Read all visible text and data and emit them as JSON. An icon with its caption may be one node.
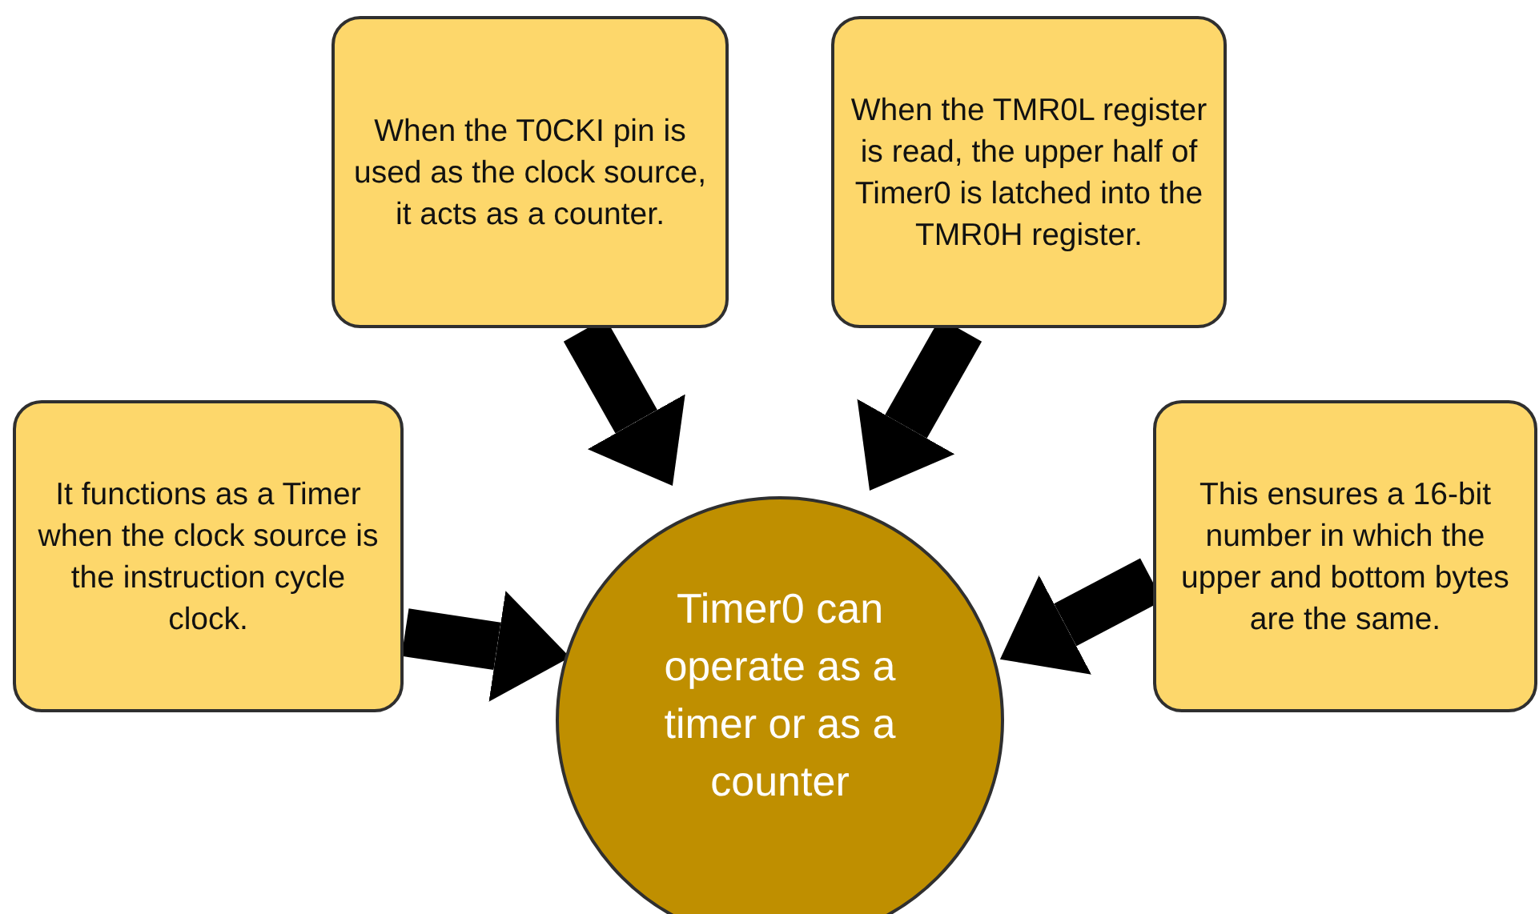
{
  "diagram": {
    "nodes": [
      {
        "text": [
          "When the T0CKI pin is used as the clock source, it acts as a counter."
        ]
      },
      {
        "text": [
          "When the TMR0L register is read, the upper half of Timer0 is latched into the TMR0H register."
        ]
      },
      {
        "text": [
          "It functions as a Timer when the clock source is the instruction cycle clock."
        ]
      },
      {
        "text": [
          "This ensures a 16-bit number in which the upper and bottom bytes are the same."
        ]
      },
      {
        "text": [
          "Timer0 can operate as a timer or as a counter"
        ]
      }
    ],
    "edges": [
      {
        "from": 2,
        "to": 4,
        "arrow": "to"
      },
      {
        "from": 0,
        "to": 4,
        "arrow": "to"
      },
      {
        "from": 1,
        "to": 4,
        "arrow": "to"
      },
      {
        "from": 3,
        "to": 4,
        "arrow": "to"
      }
    ]
  }
}
